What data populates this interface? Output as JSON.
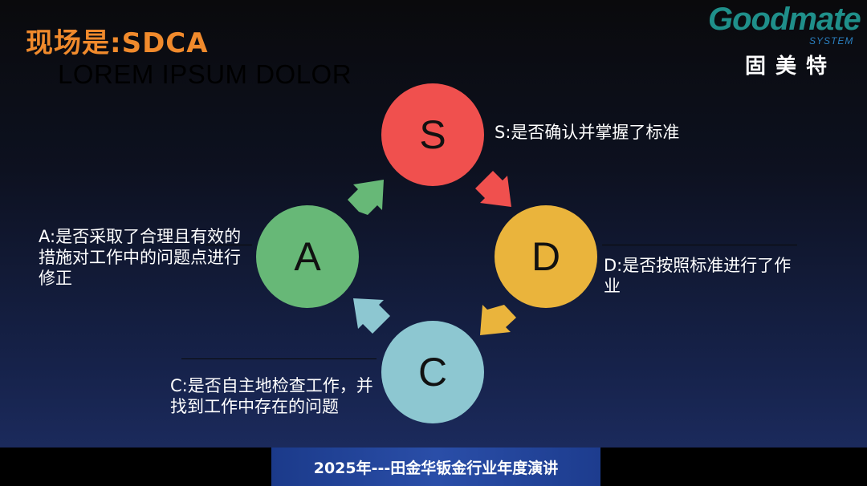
{
  "header": {
    "title": "现场是:SDCA",
    "subtitle": "LOREM IPSUM DOLOR"
  },
  "logo": {
    "word": "Goodmate",
    "system": "SYSTEM",
    "cn": "固美特"
  },
  "cycle": {
    "nodes": [
      {
        "letter": "S",
        "color": "#f0504e",
        "text": "S:是否确认并掌握了标准"
      },
      {
        "letter": "D",
        "color": "#eab43c",
        "text": "D:是否按照标准进行了作业"
      },
      {
        "letter": "C",
        "color": "#8dc7d1",
        "text": "C:是否自主地检查工作，并找到工作中存在的问题"
      },
      {
        "letter": "A",
        "color": "#67b877",
        "text": "A:是否采取了合理且有效的措施对工作中的问题点进行修正"
      }
    ],
    "arrow_colors": [
      "#f0504e",
      "#eab43c",
      "#8dc7d1",
      "#67b877"
    ]
  },
  "footer": {
    "text": "2025年---田金华钣金行业年度演讲"
  }
}
